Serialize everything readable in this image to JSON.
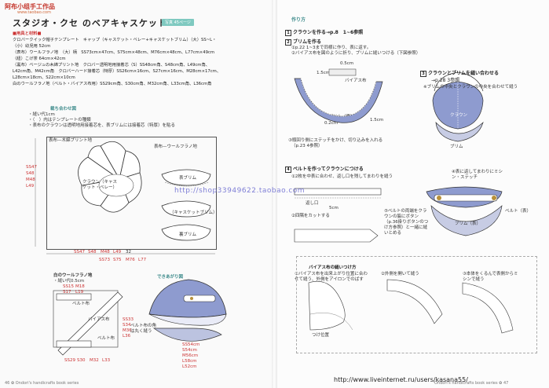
{
  "header": {
    "site_name": "阿布小组手工作品",
    "site_url": "www.taobao.com",
    "title": "スタジオ・クセ のベアキャスケット",
    "tag": "写真 45ページ"
  },
  "materials": {
    "heading": "■用具と材料■",
    "lines": [
      "クロバークイック帽子テンプレート　キャップ（キャスケット・ベレー+キャスケットブリム）（大）SS~L・",
      "（小）幼児用 52cm",
      "（表布）ウールフラノ地　（大）柄　SS73cm×47cm、S75cm×48cm、M76cm×48cm、L77cm×49cm",
      "（紐）こげ茶 64cm×42cm",
      "（裏布）ベージュの木綿プリント地　クロバー透明地用接着芯（S）SS48cm角、S48cm角、L49cm角、",
      "L42cm角、M42cm角　クロバーハード接着芯（特厚）SS26cm×16cm、S27cm×16cm、M28cm×17cm、",
      "L28cm×18cm、S22cm×10cm",
      "白のウールフラノ地（ベルト・バイアス布用）SS29cm角、S30cm角、M32cm角、L33cm角、L36cm角"
    ]
  },
  "left_diagram": {
    "heading": "裁ち合わせ図",
    "notes": [
      "・縫い代1cm",
      "・（　）内はテンプレートの種類",
      "・表布のクラウンは透明地用接着芯を、表ブリムには接着芯（特厚）を貼る"
    ],
    "outer_label": "表布—木綿プリント地",
    "outer_label2": "表布—ウールフラノ地",
    "crown_label": "クラウン（キャスケット・ベレー）",
    "brim_label": "（キャスケットブリム）",
    "brim_back": "裏ブリム",
    "brim_front": "表ブリム",
    "dim_sizes": [
      "SS47",
      "S48",
      "M48",
      "L49"
    ],
    "dim_bottom": [
      "SS47",
      "S48",
      "M48",
      "L49",
      "32"
    ],
    "dim_bottom2": [
      "SS73",
      "S75",
      "M76",
      "L77"
    ]
  },
  "white_fabric": {
    "heading": "白のウールフラノ地",
    "sub": "・縫い代0.5cm",
    "belt": "ベルト布",
    "bias": "バイアス布",
    "dims": [
      "SS15",
      "S17",
      "M18",
      "L19"
    ],
    "dims2": [
      "SS33",
      "S34",
      "M36",
      "L36"
    ],
    "dims3": [
      "SS29",
      "S30",
      "M32",
      "L33"
    ]
  },
  "finished": {
    "heading": "できあがり図",
    "note": "ベルト布の角は丸く縫う",
    "sizes": [
      "SS54cm",
      "S54cm",
      "M56cm",
      "L58cm",
      "L52cm"
    ]
  },
  "right": {
    "heading": "作り方",
    "step1": "クラウンを作る→p.8　1~6参照",
    "step2": "ブリムを作る",
    "step2_notes": [
      "①p.22 1~3まで同様に作り、表に返す。",
      "②バイアス布を図のように折り、ブリムに縫いつける（下図参照）"
    ],
    "labels": {
      "m05": "0.5cm",
      "m15": "1.5cm",
      "bias": "バイアス布",
      "brim_back": "裏ブリム（裏）",
      "m02": "0.2cm",
      "m15b": "1.5cm"
    },
    "step2c": "③頭回り側にステッチをかけ、切り込みを入れる",
    "step2c2": "（p.23 4参照）",
    "step3": "クラウンとブリムを縫い合わせる",
    "step3b": "→p.28 3参照",
    "step3_note": "※ブリムの中央とクラウンの中央を合わせて縫う",
    "crown": "クラウン",
    "brim_s": "ブリム",
    "step4": "ベルトを作ってクラウンにつける",
    "step4_notes": [
      "①2枚を中表に合わせ、返し口を残してまわりを縫う"
    ],
    "return": "返し口",
    "m5": "5cm",
    "step4_2": "②四隅をカットする",
    "step4_4": "④表に返してまわりにミシン・ステッチ",
    "step4_5": "⑤ベルトの両端をクラウンの脇にボタン（p.36掛りボタンのつけ方参照）と一緒に縫いとめる",
    "belt_r": "ベルト（表）",
    "brim_front": "ブリム（表）",
    "bias_heading": "バイアス布の縫いつけ方",
    "bias_steps": [
      "①バイアス布を出来上がり位置に合わせて縫う、外側をアイロンでのばす",
      "②外側を開いて縫う",
      "③本体をくるんで表側からミシンで縫う"
    ],
    "tsuke": "つけ位置"
  },
  "footer": {
    "left_page": "46 ✿ Ondori's handicrafts book series",
    "right_page": "Ondori's handicrafts book series ✿ 47"
  },
  "watermarks": {
    "mid": "http://shop33949622.taobao.com",
    "bottom": "http://www.liveinternet.ru/users/kasana55/"
  }
}
